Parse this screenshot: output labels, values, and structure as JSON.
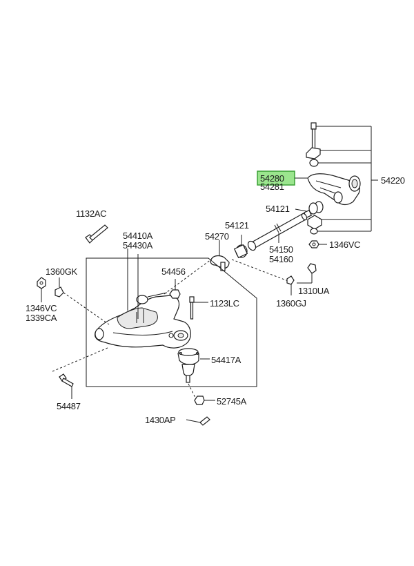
{
  "labels": {
    "p54220": "54220",
    "p54280": "54280",
    "p54281": "54281",
    "p54121_upper": "54121",
    "p1346VC_right": "1346VC",
    "p1132AC": "1132AC",
    "p54410A": "54410A",
    "p54430A": "54430A",
    "p54121_lower": "54121",
    "p54270": "54270",
    "p54150": "54150",
    "p54160": "54160",
    "p1360GK": "1360GK",
    "p54456": "54456",
    "p1346VC_left": "1346VC",
    "p1339CA": "1339CA",
    "p1123LC": "1123LC",
    "p1310UA": "1310UA",
    "p1360GJ": "1360GJ",
    "p54417A": "54417A",
    "p54487": "54487",
    "p52745A": "52745A",
    "p1430AP": "1430AP"
  },
  "colors": {
    "line": "#1a1a1a",
    "highlight_fill": "#9be58e",
    "highlight_border": "#3aa035"
  }
}
